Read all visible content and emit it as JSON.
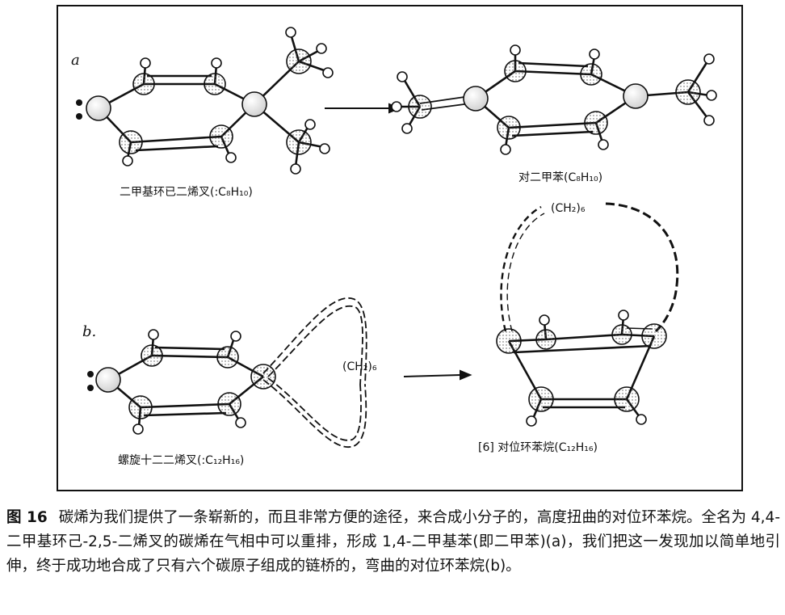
{
  "figure": {
    "panel_a_label": "a",
    "panel_b_label": "b.",
    "label_a_left": "二甲基环已二烯叉(:C₈H₁₀)",
    "label_a_right": "对二甲苯(C₈H₁₀)",
    "label_b_left": "螺旋十二二烯叉(:C₁₂H₁₆)",
    "label_b_right": "[6] 对位环苯烷(C₁₂H₁₆)",
    "chain_label_left": "(CH₂)₆",
    "chain_label_right": "(CH₂)₆"
  },
  "caption": {
    "figure_number": "图 16",
    "text": "碳烯为我们提供了一条崭新的，而且非常方便的途径，来合成小分子的，高度扭曲的对位环苯烷。全名为 4,4-二甲基环己-2,5-二烯叉的碳烯在气相中可以重排，形成 1,4-二甲基苯(即二甲苯)(a)，我们把这一发现加以简单地引伸，终于成功地合成了只有六个碳原子组成的链桥的，弯曲的对位环苯烷(b)。"
  },
  "colors": {
    "ink": "#1a1a1a",
    "atom_fill": "#e4e4e4",
    "atom_dot": "#555555"
  }
}
